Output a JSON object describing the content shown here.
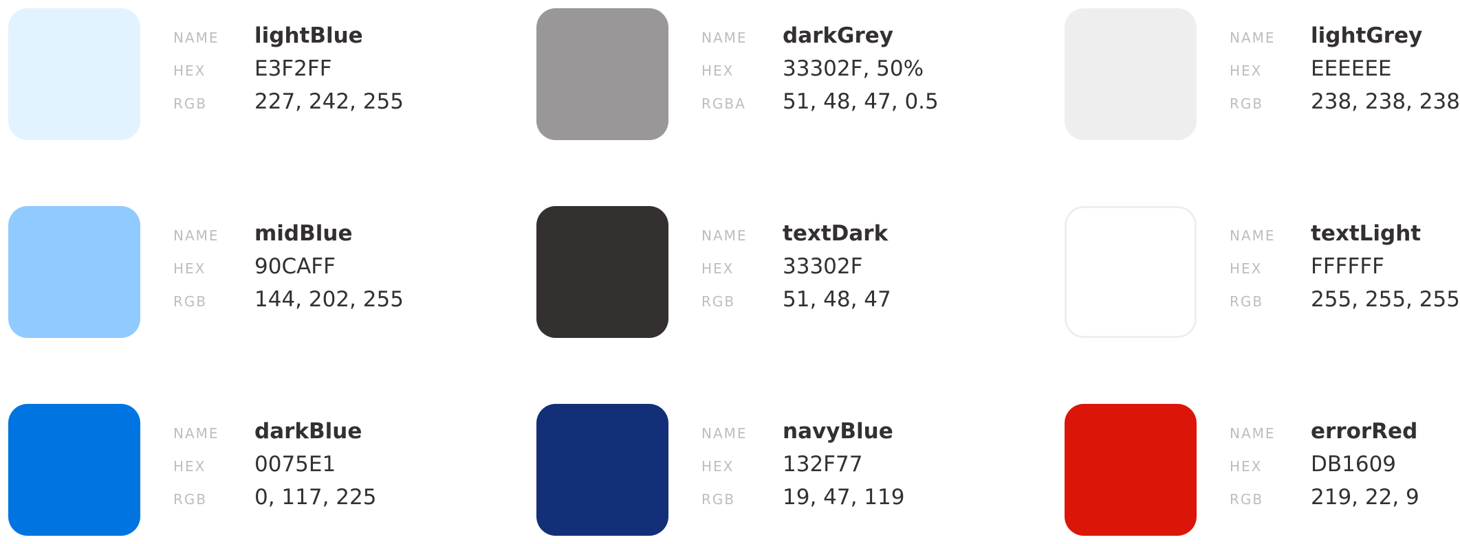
{
  "labels": {
    "name": "NAME",
    "hex": "HEX",
    "rgb": "RGB",
    "rgba": "RGBA"
  },
  "colors": [
    {
      "name": "lightBlue",
      "hex": "E3F2FF",
      "third_label": "RGB",
      "third_value": "227, 242, 255",
      "swatch": "#E3F2FF"
    },
    {
      "name": "darkGrey",
      "hex": "33302F, 50%",
      "third_label": "RGBA",
      "third_value": "51, 48, 47, 0.5",
      "swatch": "#999797"
    },
    {
      "name": "lightGrey",
      "hex": "EEEEEE",
      "third_label": "RGB",
      "third_value": "238, 238, 238",
      "swatch": "#EEEEEE"
    },
    {
      "name": "midBlue",
      "hex": "90CAFF",
      "third_label": "RGB",
      "third_value": "144, 202, 255",
      "swatch": "#90CAFF"
    },
    {
      "name": "textDark",
      "hex": "33302F",
      "third_label": "RGB",
      "third_value": "51, 48, 47",
      "swatch": "#33302F"
    },
    {
      "name": "textLight",
      "hex": "FFFFFF",
      "third_label": "RGB",
      "third_value": "255, 255, 255",
      "swatch": "#FFFFFF"
    },
    {
      "name": "darkBlue",
      "hex": "0075E1",
      "third_label": "RGB",
      "third_value": "0, 117, 225",
      "swatch": "#0075E1"
    },
    {
      "name": "navyBlue",
      "hex": "132F77",
      "third_label": "RGB",
      "third_value": "19, 47, 119",
      "swatch": "#132F77"
    },
    {
      "name": "errorRed",
      "hex": "DB1609",
      "third_label": "RGB",
      "third_value": "219, 22, 9",
      "swatch": "#DB1609"
    }
  ]
}
